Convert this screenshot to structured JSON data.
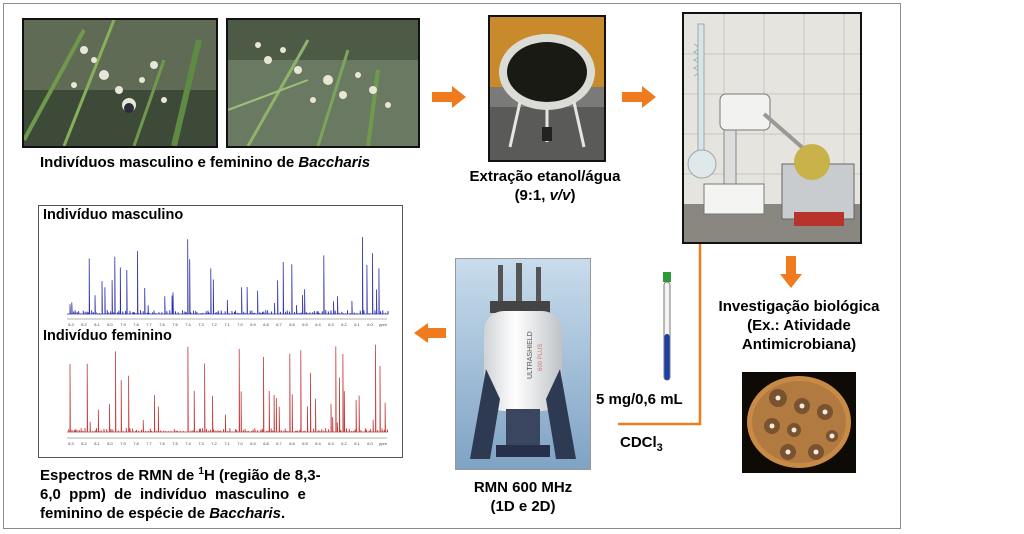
{
  "captions": {
    "plants": [
      "Indivíduos masculino e feminino de ",
      "Baccharis"
    ],
    "extraction_line1": "Extração etanol/água",
    "extraction_line2a": "(9:1, ",
    "extraction_line2b": "v/v",
    "extraction_line2c": ")",
    "bio_line1": "Investigação biológica",
    "bio_line2": "(Ex.: Atividade",
    "bio_line3": "Antimicrobiana)",
    "sample_amount": "5 mg/0,6 mL",
    "solvent_main": "CDCl",
    "solvent_sub": "3",
    "nmr_line1": "RMN 600 MHz",
    "nmr_line2": "(1D e 2D)",
    "spectra_line1a": "Espectros de RMN de ",
    "spectra_sup": "1",
    "spectra_line1b": "H (região de 8,3-",
    "spectra_line2": "6,0  ppm)  de  indivíduo  masculino  e",
    "spectra_line3a": "feminino de espécie de ",
    "spectra_line3b": "Baccharis",
    "spectra_line3c": "."
  },
  "spectra": {
    "male_label": "Indivíduo masculino",
    "female_label": "Indivíduo feminino",
    "male_color": "#2b2fa8",
    "female_color": "#c23a3a",
    "ticks": [
      "8.3",
      "8.2",
      "8.1",
      "8.0",
      "7.9",
      "7.8",
      "7.7",
      "7.6",
      "7.5",
      "7.4",
      "7.3",
      "7.2",
      "7.1",
      "7.0",
      "6.9",
      "6.8",
      "6.7",
      "6.6",
      "6.5",
      "6.4",
      "6.3",
      "6.2",
      "6.1",
      "6.0",
      "ppm"
    ]
  },
  "magnet": {
    "brand_text": "ULTRASHIELD",
    "model_text": "600 PLUS"
  },
  "colors": {
    "arrow": "#f07a1e"
  }
}
